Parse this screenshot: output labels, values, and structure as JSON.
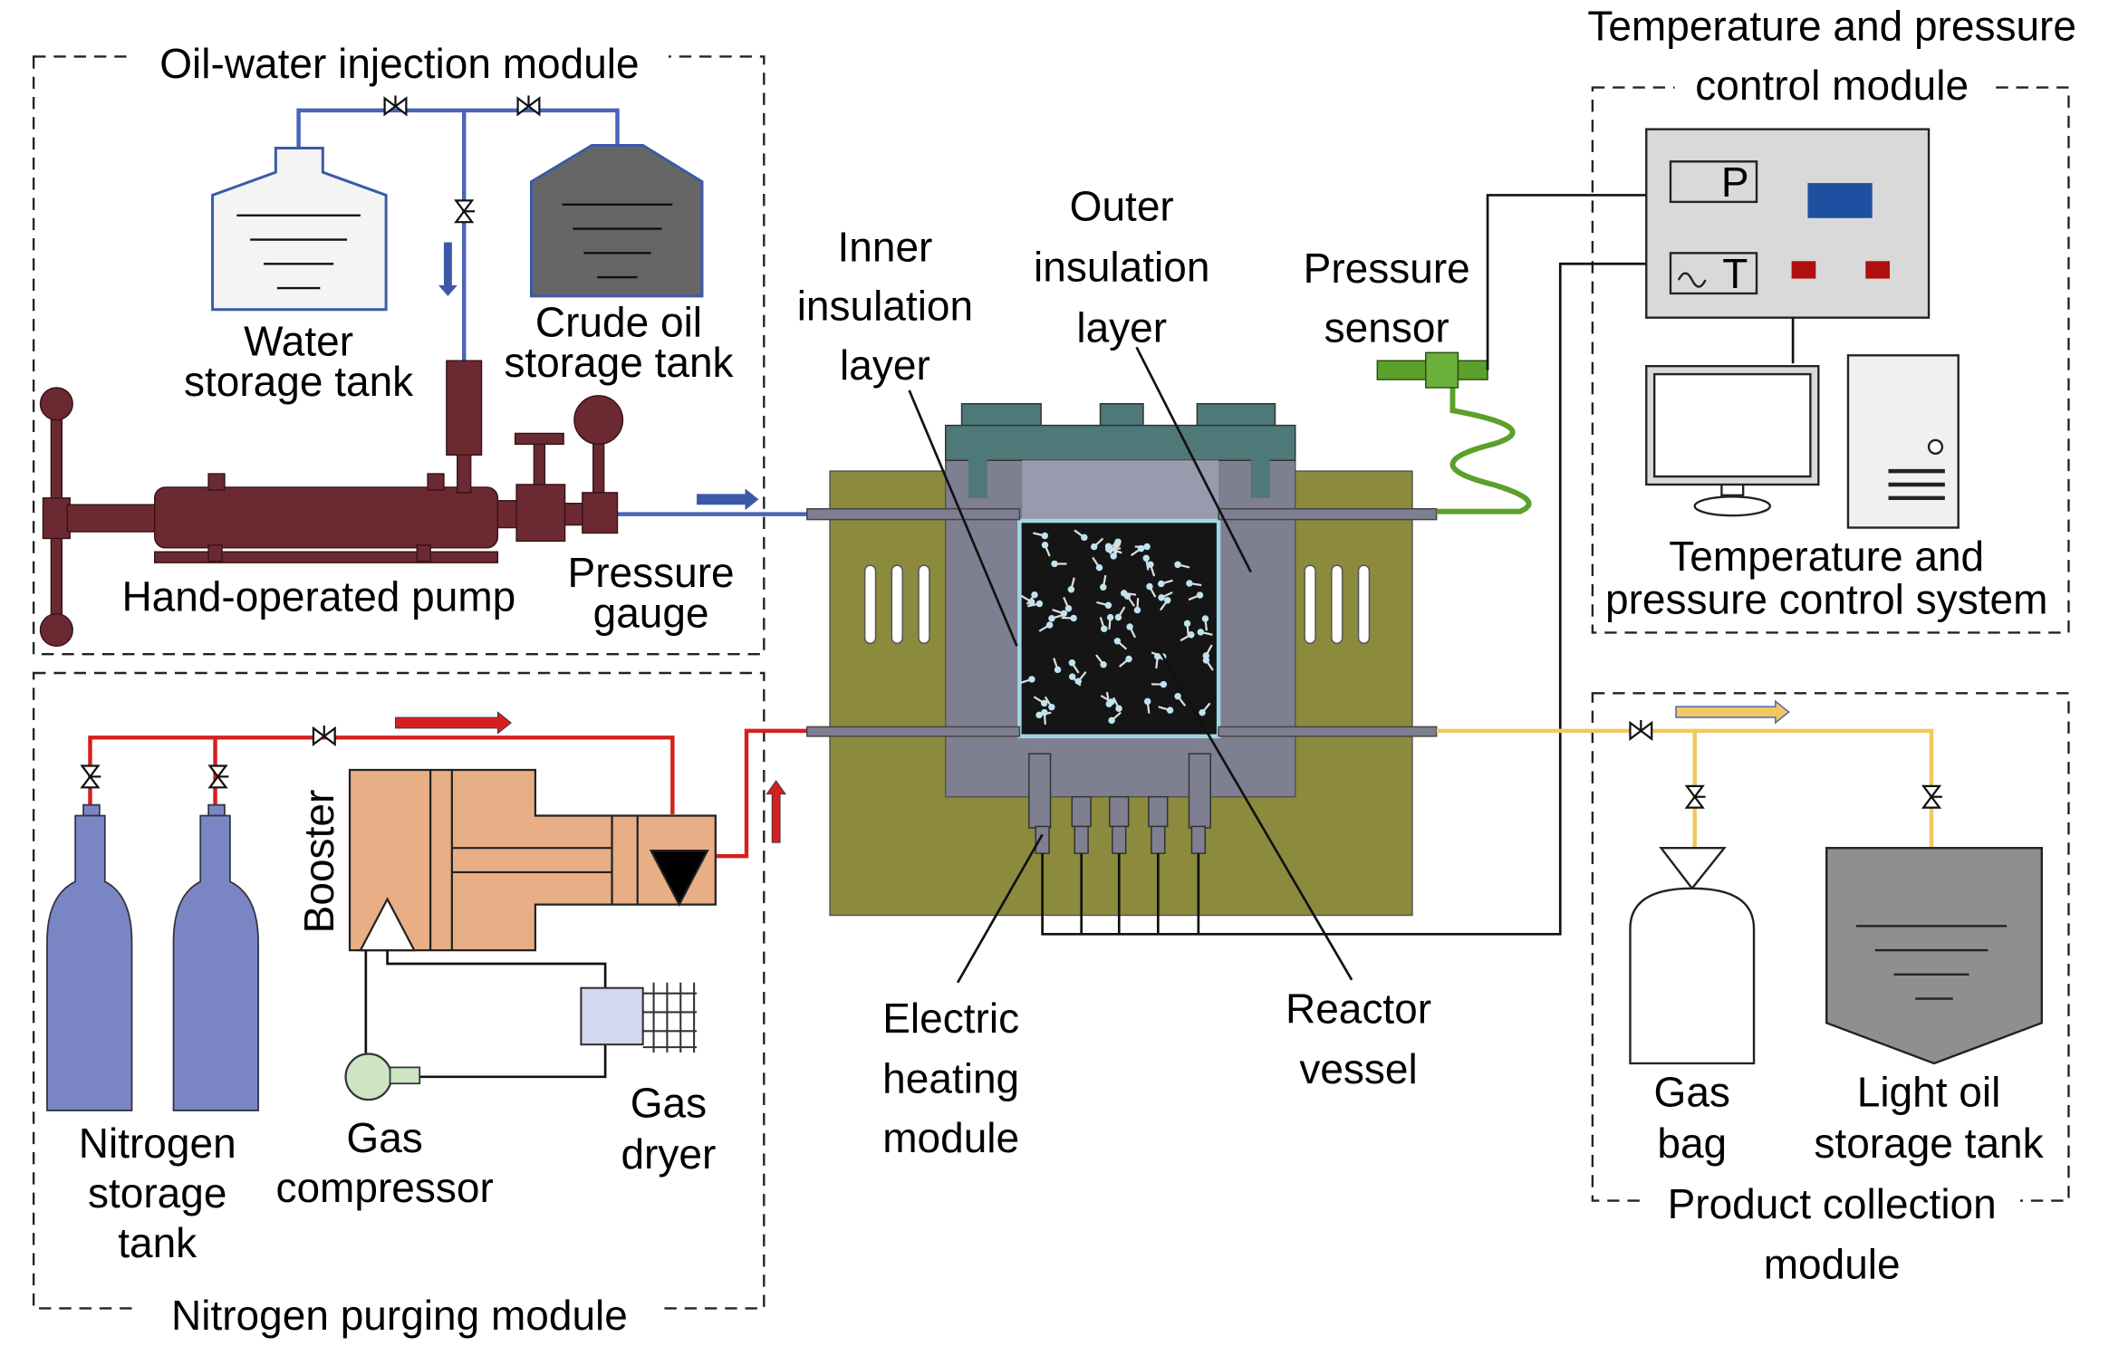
{
  "modules": {
    "oil_water": "Oil-water injection module",
    "nitrogen": "Nitrogen purging module",
    "temp_pressure": [
      "Temperature and pressure",
      "control module"
    ],
    "product": [
      "Product collection",
      "module"
    ]
  },
  "labels": {
    "water_tank": [
      "Water",
      "storage tank"
    ],
    "crude_tank": [
      "Crude oil",
      "storage tank"
    ],
    "pump": "Hand-operated pump",
    "pressure_gauge": [
      "Pressure",
      "gauge"
    ],
    "inner_insulation": [
      "Inner",
      "insulation",
      "layer"
    ],
    "outer_insulation": [
      "Outer",
      "insulation",
      "layer"
    ],
    "pressure_sensor": [
      "Pressure",
      "sensor"
    ],
    "electric_heating": [
      "Electric",
      "heating",
      "module"
    ],
    "reactor_vessel": [
      "Reactor",
      "vessel"
    ],
    "control_system": [
      "Temperature and",
      "pressure control system"
    ],
    "panel_p": "P",
    "panel_t": "T",
    "booster": "Booster",
    "nitrogen_tank": [
      "Nitrogen",
      "storage",
      "tank"
    ],
    "gas_compressor": [
      "Gas",
      "compressor"
    ],
    "gas_dryer": [
      "Gas",
      "dryer"
    ],
    "gas_bag": [
      "Gas",
      "bag"
    ],
    "light_oil_tank": [
      "Light oil",
      "storage tank"
    ]
  },
  "colors": {
    "water_line": "#4a64b8",
    "nitrogen_line": "#d42020",
    "product_line": "#f0c860",
    "sensor_line": "#5aa02a",
    "pump": "#6b2a32",
    "reactor_jacket": "#8c8a3c",
    "cylinder": "#7a86c4",
    "booster": "#e8ae86"
  }
}
